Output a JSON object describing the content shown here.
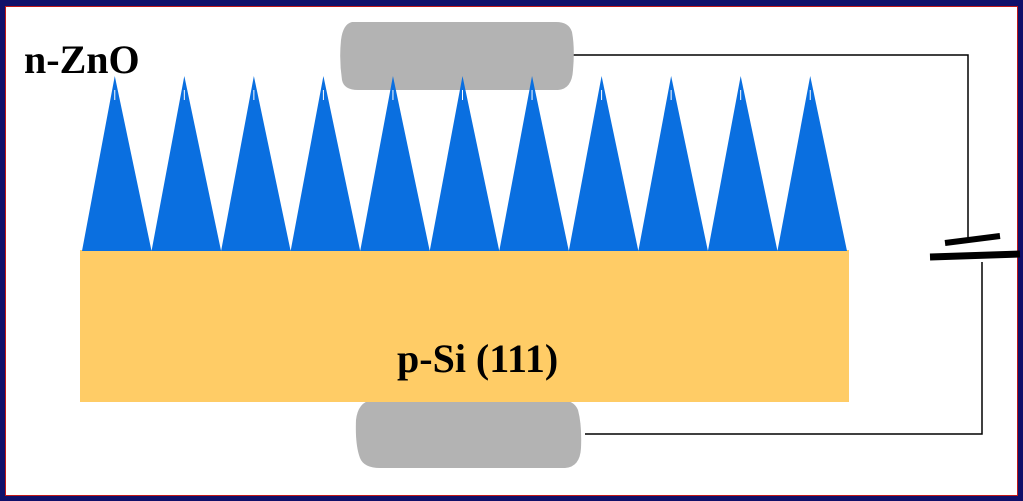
{
  "labels": {
    "top_layer": "n-ZnO",
    "substrate": "p-Si (111)"
  },
  "colors": {
    "background_border": "#10106a",
    "canvas": "#ffffff",
    "nanorod_fill": "#0a6fe0",
    "substrate_fill": "#ffcc66",
    "contact_fill": "#b3b3b3",
    "wire": "#000000"
  },
  "nanorods": {
    "count": 11
  },
  "icons": [
    "battery-icon"
  ]
}
